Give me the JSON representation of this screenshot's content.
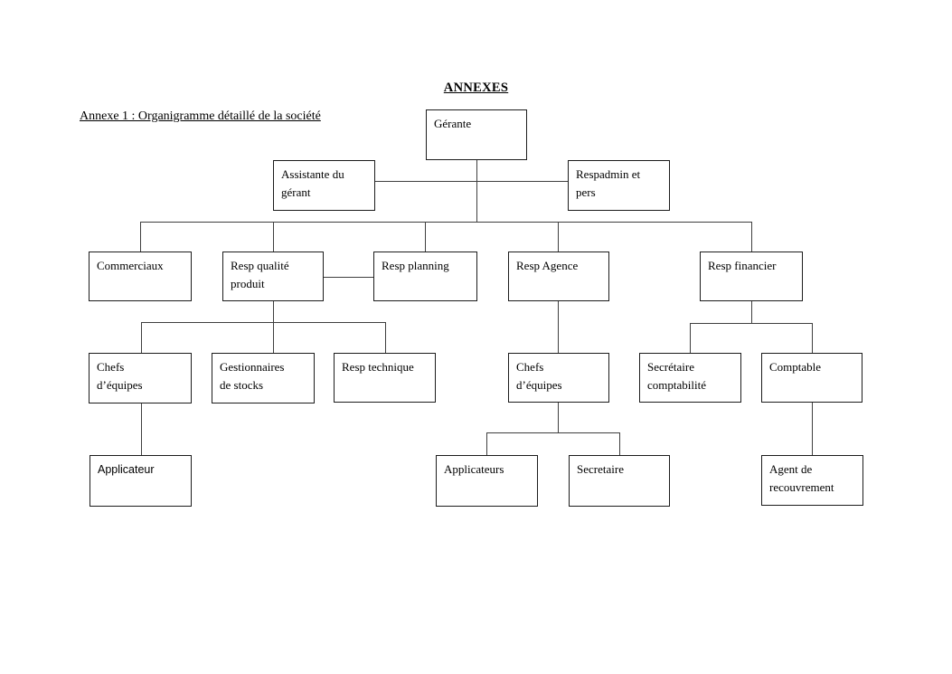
{
  "page": {
    "title": "ANNEXES",
    "subtitle": "Annexe 1 : Organigramme détaillé de la société"
  },
  "org_chart": {
    "nodes": [
      {
        "id": "gerante",
        "label": "Gérante"
      },
      {
        "id": "assistante-gerant",
        "label": "Assistante du\ngérant"
      },
      {
        "id": "respadmin-pers",
        "label": "Respadmin et\npers"
      },
      {
        "id": "commerciaux",
        "label": "Commerciaux"
      },
      {
        "id": "resp-qualite",
        "label": "Resp qualité\nproduit"
      },
      {
        "id": "resp-planning",
        "label": "Resp planning"
      },
      {
        "id": "resp-agence",
        "label": "Resp Agence"
      },
      {
        "id": "resp-financier",
        "label": "Resp financier"
      },
      {
        "id": "chefs-equipes-1",
        "label": "Chefs\nd’équipes"
      },
      {
        "id": "gestionnaires",
        "label": "Gestionnaires\nde stocks"
      },
      {
        "id": "resp-technique",
        "label": "Resp technique"
      },
      {
        "id": "chefs-equipes-2",
        "label": "Chefs\nd’équipes"
      },
      {
        "id": "secretaire-compta",
        "label": "Secrétaire\ncomptabilité"
      },
      {
        "id": "comptable",
        "label": "Comptable"
      },
      {
        "id": "applicateur",
        "label": "Applicateur"
      },
      {
        "id": "applicateurs",
        "label": "Applicateurs"
      },
      {
        "id": "secretaire",
        "label": "Secretaire"
      },
      {
        "id": "agent-recouvrement",
        "label": "Agent de\nrecouvrement"
      }
    ],
    "edges": [
      {
        "from": "gerante",
        "to": "assistante-gerant",
        "type": "lateral"
      },
      {
        "from": "gerante",
        "to": "respadmin-pers",
        "type": "lateral"
      },
      {
        "from": "gerante",
        "to": "commerciaux",
        "type": "child"
      },
      {
        "from": "gerante",
        "to": "resp-qualite",
        "type": "child"
      },
      {
        "from": "gerante",
        "to": "resp-planning",
        "type": "child"
      },
      {
        "from": "gerante",
        "to": "resp-agence",
        "type": "child"
      },
      {
        "from": "gerante",
        "to": "resp-financier",
        "type": "child"
      },
      {
        "from": "resp-qualite",
        "to": "resp-planning",
        "type": "lateral"
      },
      {
        "from": "resp-qualite",
        "to": "chefs-equipes-1",
        "type": "child"
      },
      {
        "from": "resp-qualite",
        "to": "gestionnaires",
        "type": "child"
      },
      {
        "from": "resp-qualite",
        "to": "resp-technique",
        "type": "child"
      },
      {
        "from": "chefs-equipes-1",
        "to": "applicateur",
        "type": "child"
      },
      {
        "from": "resp-agence",
        "to": "chefs-equipes-2",
        "type": "child"
      },
      {
        "from": "chefs-equipes-2",
        "to": "applicateurs",
        "type": "child"
      },
      {
        "from": "chefs-equipes-2",
        "to": "secretaire",
        "type": "child"
      },
      {
        "from": "resp-financier",
        "to": "secretaire-compta",
        "type": "child"
      },
      {
        "from": "resp-financier",
        "to": "comptable",
        "type": "child"
      },
      {
        "from": "comptable",
        "to": "agent-recouvrement",
        "type": "child"
      }
    ],
    "colors": {
      "background": "#ffffff",
      "box_border": "#1c1c1c",
      "line": "#3f3f3f",
      "text": "#000000"
    }
  }
}
